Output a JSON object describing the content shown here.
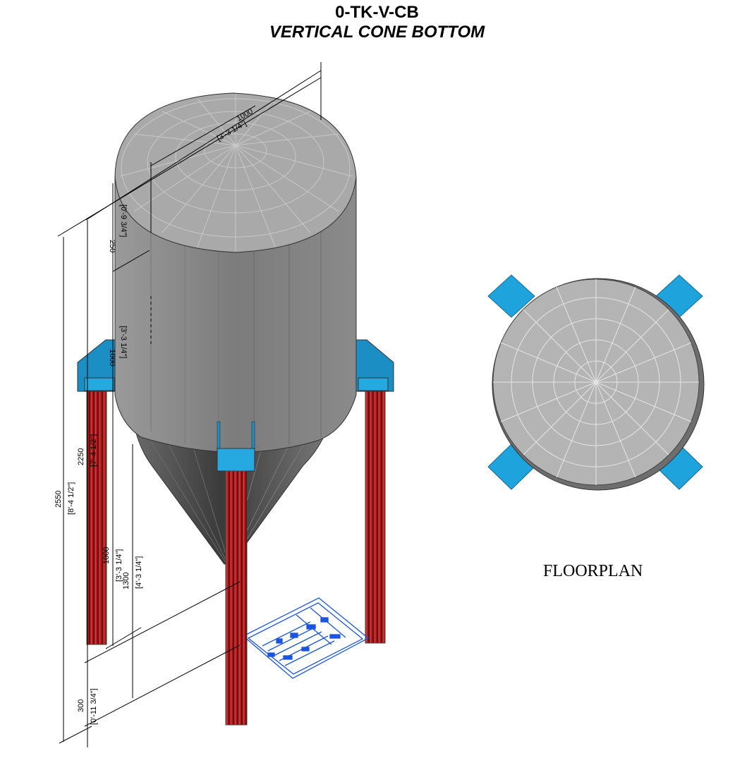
{
  "header": {
    "title": "0-TK-V-CB",
    "subtitle": "VERTICAL CONE BOTTOM"
  },
  "floorplan": {
    "label": "FLOORPLAN"
  },
  "dimensions": {
    "top_diameter": "1000",
    "top_diameter_imperial": "[3'-3 1/4\"]",
    "head_height": "250",
    "head_height_imperial": "[0'-9 3/4\"]",
    "shell_height": "1000",
    "shell_height_imperial": "[3'-3 1/4\"]",
    "overall_height": "2550",
    "overall_height_imperial": "[8'-4 1/2\"]",
    "leg_height": "2250",
    "leg_height_imperial": "[7'-4 1/2\"]",
    "cone_height": "1000",
    "cone_height_imperial": "[3'-3 1/4\"]",
    "clearance": "1300",
    "clearance_imperial": "[4'-3 1/4\"]",
    "base_offset": "300",
    "base_offset_imperial": "[0'-11 3/4\"]"
  },
  "colors": {
    "shell": "#8c8c8c",
    "dome": "#a6a6a6",
    "cone": "#505050",
    "bracket": "#1fa3dc",
    "leg": "#a01818",
    "title_block": "#1a55e0"
  }
}
